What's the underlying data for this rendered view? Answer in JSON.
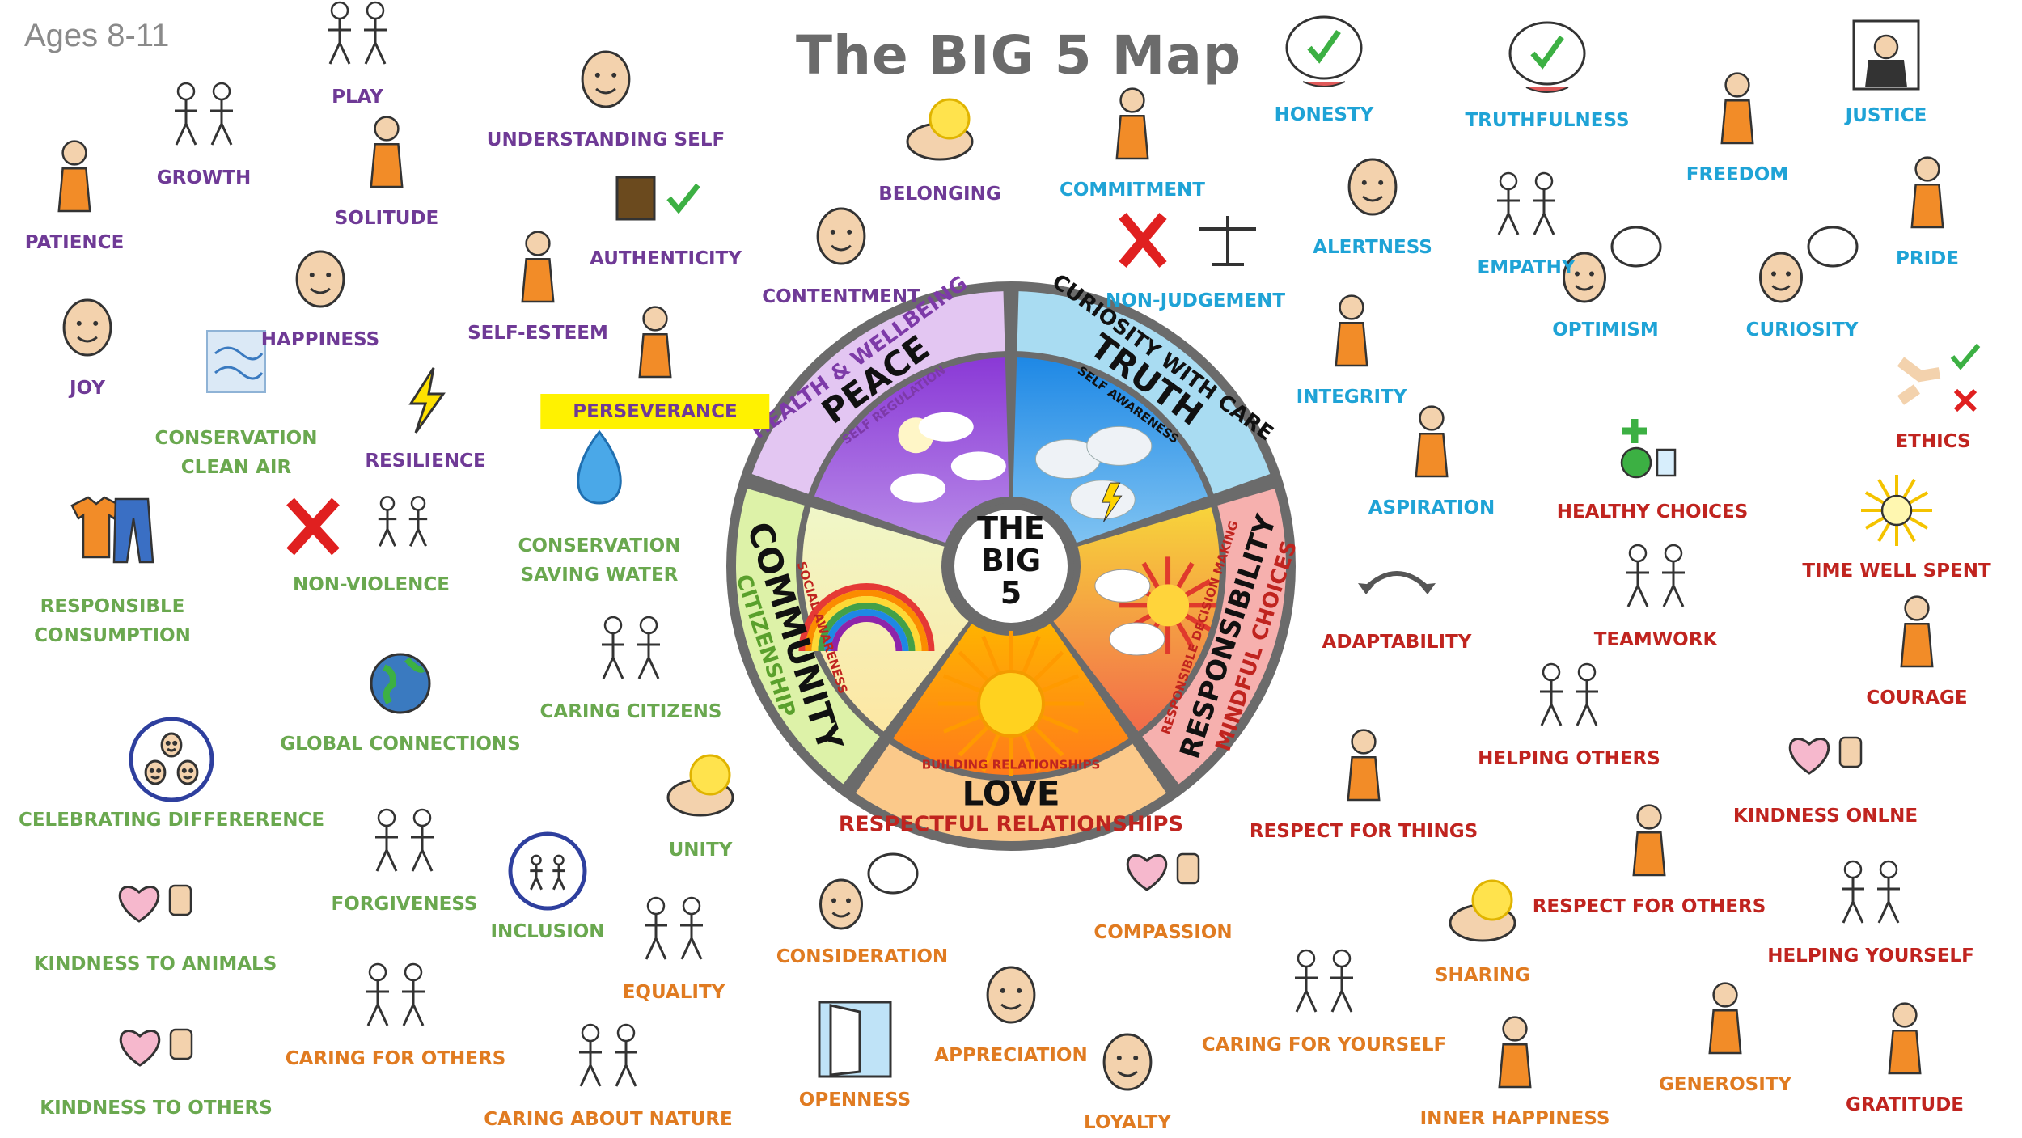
{
  "ages": "Ages 8-11",
  "title": "The BIG 5 Map",
  "colors": {
    "purple": "#6f3a96",
    "blue": "#1fa3d6",
    "green": "#6aa84f",
    "orange": "#e07b21",
    "red": "#c0241f",
    "peace_fill": "#e3c6f2",
    "truth_fill": "#a9dcf2",
    "community_fill": "#ddf2a8",
    "love_fill": "#fbc98a",
    "responsibility_fill": "#f6b0ae",
    "wheel_border": "#6b6b6b"
  },
  "wheel": {
    "center": [
      "THE",
      "BIG",
      "5"
    ],
    "segments": {
      "peace": {
        "outer": "HEALTH & WELLBEING",
        "main": "PEACE",
        "inner": "SELF REGULATION"
      },
      "truth": {
        "outer": "CURIOSITY WITH CARE",
        "main": "TRUTH",
        "inner": "SELF AWARENESS"
      },
      "responsibility": {
        "outer": "MINDFUL CHOICES",
        "main": "RESPONSIBILITY",
        "inner": "RESPONSIBLE DECISION MAKING"
      },
      "love": {
        "outer": "RESPECTFUL RELATIONSHIPS",
        "main": "LOVE",
        "inner": "BUILDING RELATIONSHIPS"
      },
      "community": {
        "outer": "CITIZENSHIP",
        "main": "COMMUNITY",
        "inner": "SOCIAL AWARENESS"
      }
    }
  },
  "values": [
    {
      "text": "PLAY",
      "group": "purple",
      "icon": "two-children-playing-ball-icon"
    },
    {
      "text": "GROWTH",
      "group": "purple",
      "icon": "growing-figures-icon"
    },
    {
      "text": "PATIENCE",
      "group": "purple",
      "icon": "waiting-figure-thumbs-up-icon"
    },
    {
      "text": "SOLITUDE",
      "group": "purple",
      "icon": "figure-alone-icon"
    },
    {
      "text": "UNDERSTANDING SELF",
      "group": "purple",
      "icon": "thinking-face-icon"
    },
    {
      "text": "AUTHENTICITY",
      "group": "purple",
      "icon": "portrait-check-icon"
    },
    {
      "text": "HAPPINESS",
      "group": "purple",
      "icon": "happy-face-icon"
    },
    {
      "text": "JOY",
      "group": "purple",
      "icon": "joy-face-icon"
    },
    {
      "text": "SELF-ESTEEM",
      "group": "purple",
      "icon": "proud-figure-icon"
    },
    {
      "text": "RESILIENCE",
      "group": "purple",
      "icon": "lightning-bolt-icon"
    },
    {
      "text": "CONTENTMENT",
      "group": "purple",
      "icon": "calm-face-icon"
    },
    {
      "text": "PERSEVERANCE",
      "group": "purple",
      "icon": "climbing-figure-icon"
    },
    {
      "text": "BELONGING",
      "group": "purple",
      "icon": "hands-holding-sun-icon"
    },
    {
      "text": "COMMITMENT",
      "group": "blue",
      "icon": "raised-hand-figure-icon"
    },
    {
      "text": "NON-JUDGEMENT",
      "group": "blue",
      "icon": "cross-scales-icon"
    },
    {
      "text": "HONESTY",
      "group": "blue",
      "icon": "speech-check-icon"
    },
    {
      "text": "TRUTHFULNESS",
      "group": "blue",
      "icon": "speech-check-icon"
    },
    {
      "text": "ALERTNESS",
      "group": "blue",
      "icon": "alert-face-icon"
    },
    {
      "text": "EMPATHY",
      "group": "blue",
      "icon": "two-figures-talking-icon"
    },
    {
      "text": "FREEDOM",
      "group": "blue",
      "icon": "broken-chains-figure-icon"
    },
    {
      "text": "JUSTICE",
      "group": "blue",
      "icon": "judge-scales-icon"
    },
    {
      "text": "PRIDE",
      "group": "blue",
      "icon": "figure-star-icon"
    },
    {
      "text": "INTEGRITY",
      "group": "blue",
      "icon": "figure-speech-check-icon"
    },
    {
      "text": "OPTIMISM",
      "group": "blue",
      "icon": "face-thumbs-up-bubble-icon"
    },
    {
      "text": "CURIOSITY",
      "group": "blue",
      "icon": "face-question-bubble-icon"
    },
    {
      "text": "ASPIRATION",
      "group": "blue",
      "icon": "figure-climbing-to-star-icon"
    },
    {
      "text": "ETHICS",
      "group": "red",
      "icon": "handshake-check-cross-icon"
    },
    {
      "text": "HEALTHY CHOICES",
      "group": "red",
      "icon": "healthy-food-icon"
    },
    {
      "text": "TIME WELL SPENT",
      "group": "red",
      "icon": "radiant-figure-icon"
    },
    {
      "text": "ADAPTABILITY",
      "group": "red",
      "icon": "curved-arrows-icon"
    },
    {
      "text": "TEAMWORK",
      "group": "red",
      "icon": "group-of-people-icon"
    },
    {
      "text": "COURAGE",
      "group": "red",
      "icon": "brave-figure-icon"
    },
    {
      "text": "HELPING OTHERS",
      "group": "red",
      "icon": "helping-figure-icon"
    },
    {
      "text": "KINDNESS ONLNE",
      "group": "red",
      "icon": "heart-computer-icon"
    },
    {
      "text": "RESPECT FOR THINGS",
      "group": "red",
      "icon": "figure-phone-icon"
    },
    {
      "text": "RESPECT FOR OTHERS",
      "group": "red",
      "icon": "figure-respect-icon"
    },
    {
      "text": "HELPING YOURSELF",
      "group": "red",
      "icon": "figure-helping-self-icon"
    },
    {
      "text": "GRATITUDE",
      "group": "red",
      "icon": "grateful-figure-icon"
    },
    {
      "text": "CONSERVATION",
      "group": "green",
      "icon": "clean-air-icon",
      "sub": "CLEAN AIR"
    },
    {
      "text": "NON-VIOLENCE",
      "group": "green",
      "icon": "cross-fighting-icon"
    },
    {
      "text": "RESPONSIBLE",
      "group": "green",
      "icon": "clothes-icon",
      "sub": "CONSUMPTION"
    },
    {
      "text": "CONSERVATION",
      "group": "green",
      "icon": "water-drop-icon",
      "sub": "SAVING WATER"
    },
    {
      "text": "GLOBAL CONNECTIONS",
      "group": "green",
      "icon": "globe-arrows-icon"
    },
    {
      "text": "CARING CITIZENS",
      "group": "green",
      "icon": "figures-town-flag-icon"
    },
    {
      "text": "CELEBRATING DIFFERERENCE",
      "group": "green",
      "icon": "diverse-faces-icon"
    },
    {
      "text": "FORGIVENESS",
      "group": "green",
      "icon": "forgiving-figures-icon"
    },
    {
      "text": "UNITY",
      "group": "green",
      "icon": "holding-hands-icon"
    },
    {
      "text": "INCLUSION",
      "group": "green",
      "icon": "inclusion-circle-icon"
    },
    {
      "text": "KINDNESS TO ANIMALS",
      "group": "green",
      "icon": "heart-animals-icon"
    },
    {
      "text": "EQUALITY",
      "group": "orange",
      "icon": "equal-figures-icon"
    },
    {
      "text": "KINDNESS TO OTHERS",
      "group": "green",
      "icon": "heart-red-dots-icon"
    },
    {
      "text": "CARING FOR OTHERS",
      "group": "orange",
      "icon": "caring-figures-dots-icon"
    },
    {
      "text": "CARING ABOUT NATURE",
      "group": "orange",
      "icon": "figures-tree-icon"
    },
    {
      "text": "CONSIDERATION",
      "group": "orange",
      "icon": "thinking-face-bubble-icon"
    },
    {
      "text": "OPENNESS",
      "group": "orange",
      "icon": "open-door-icon"
    },
    {
      "text": "APPRECIATION",
      "group": "orange",
      "icon": "face-cloud-icon"
    },
    {
      "text": "COMPASSION",
      "group": "orange",
      "icon": "heart-thumbs-up-icon"
    },
    {
      "text": "LOYALTY",
      "group": "orange",
      "icon": "loyal-group-icon"
    },
    {
      "text": "CARING FOR YOURSELF",
      "group": "orange",
      "icon": "self-care-figures-icon"
    },
    {
      "text": "SHARING",
      "group": "orange",
      "icon": "sharing-hands-icon"
    },
    {
      "text": "INNER HAPPINESS",
      "group": "orange",
      "icon": "inner-glow-figure-icon"
    },
    {
      "text": "GENEROSITY",
      "group": "orange",
      "icon": "giving-star-icon"
    }
  ]
}
